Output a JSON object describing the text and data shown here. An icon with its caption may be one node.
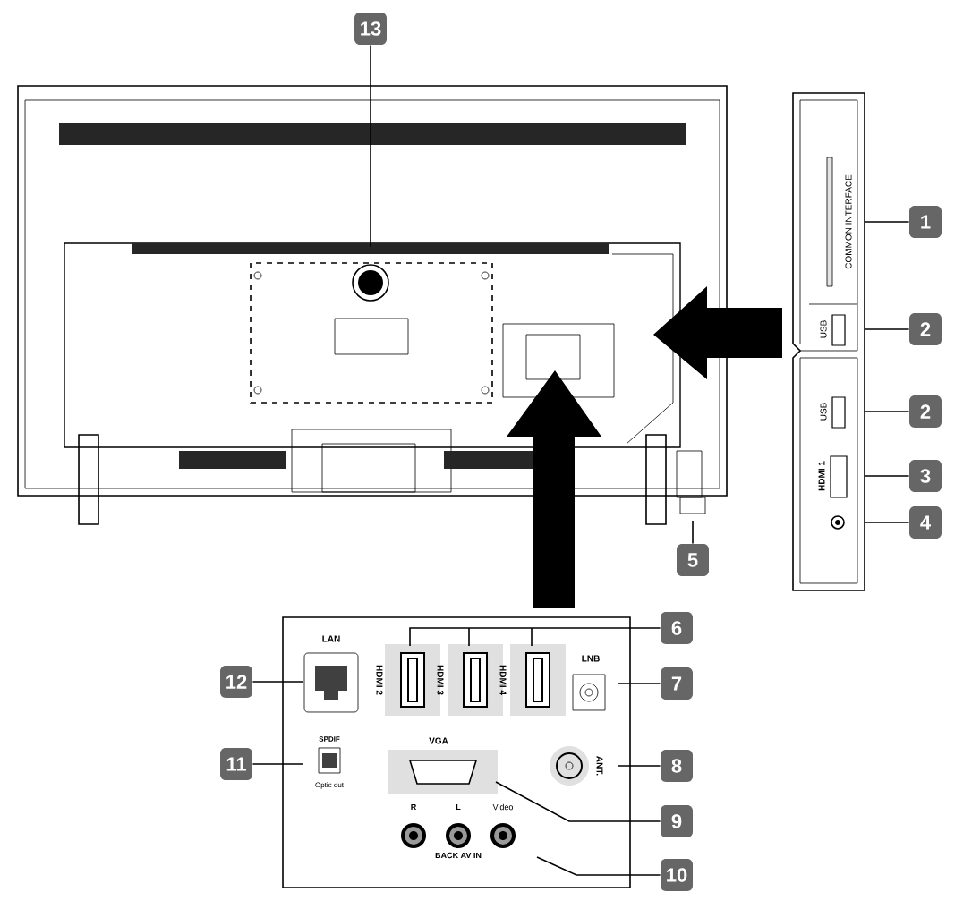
{
  "diagram": {
    "nodes": [
      {
        "text": [
          "13"
        ]
      },
      {
        "text": [
          "1"
        ]
      },
      {
        "text": [
          "2"
        ]
      },
      {
        "text": [
          "2"
        ]
      },
      {
        "text": [
          "3"
        ]
      },
      {
        "text": [
          "4"
        ]
      },
      {
        "text": [
          "5"
        ]
      },
      {
        "text": [
          "6"
        ]
      },
      {
        "text": [
          "12"
        ]
      },
      {
        "text": [
          "7"
        ]
      },
      {
        "text": [
          "11"
        ]
      },
      {
        "text": [
          "8"
        ]
      },
      {
        "text": [
          "9"
        ]
      },
      {
        "text": [
          "10"
        ]
      },
      {
        "text": [],
        "shape": "picture"
      }
    ],
    "edges": [
      {
        "from": 0,
        "to": null,
        "arrow": "none"
      },
      {
        "from": 1,
        "to": 14,
        "arrow": "none"
      },
      {
        "from": 2,
        "to": 14,
        "arrow": "none"
      },
      {
        "from": 3,
        "to": 14,
        "arrow": "none"
      },
      {
        "from": 4,
        "to": 14,
        "arrow": "none"
      },
      {
        "from": 5,
        "to": 14,
        "arrow": "none"
      },
      {
        "from": 6,
        "to": null,
        "arrow": "none"
      },
      {
        "from": 7,
        "to": null,
        "arrow": "none"
      },
      {
        "from": 8,
        "to": null,
        "arrow": "none"
      },
      {
        "from": 9,
        "to": null,
        "arrow": "none"
      },
      {
        "from": 10,
        "to": null,
        "arrow": "none"
      },
      {
        "from": 11,
        "to": null,
        "arrow": "none"
      },
      {
        "from": 12,
        "to": null,
        "arrow": "none"
      },
      {
        "from": 13,
        "to": null,
        "arrow": "none"
      }
    ],
    "labels": [
      "COMMON INTERFACE",
      "USB",
      "USB",
      "HDMI 1",
      "LAN",
      "HDMI 2",
      "HDMI 3",
      "HDMI 4",
      "LNB",
      "SPDIF",
      "Optic out",
      "VGA",
      "ANT.",
      "R",
      "L",
      "Video",
      "BACK AV IN"
    ]
  }
}
